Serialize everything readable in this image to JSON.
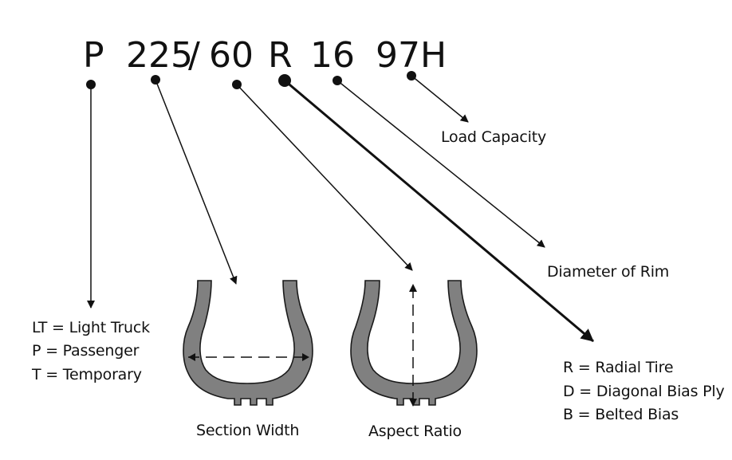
{
  "code_parts": {
    "type": "P",
    "width": "225",
    "slash": "/",
    "ratio": "60",
    "construction": "R",
    "rim": "16",
    "load_speed": "97H"
  },
  "labels": {
    "load_capacity": "Load Capacity",
    "diameter_of_rim": "Diameter of Rim",
    "section_width": "Section Width",
    "aspect_ratio": "Aspect Ratio"
  },
  "type_legend": [
    "LT = Light Truck",
    "P = Passenger",
    "T = Temporary"
  ],
  "construction_legend": [
    "R = Radial Tire",
    "D = Diagonal Bias Ply",
    "B = Belted Bias"
  ],
  "colors": {
    "tire_fill": "#808080",
    "ink": "#111111",
    "background": "#ffffff"
  }
}
